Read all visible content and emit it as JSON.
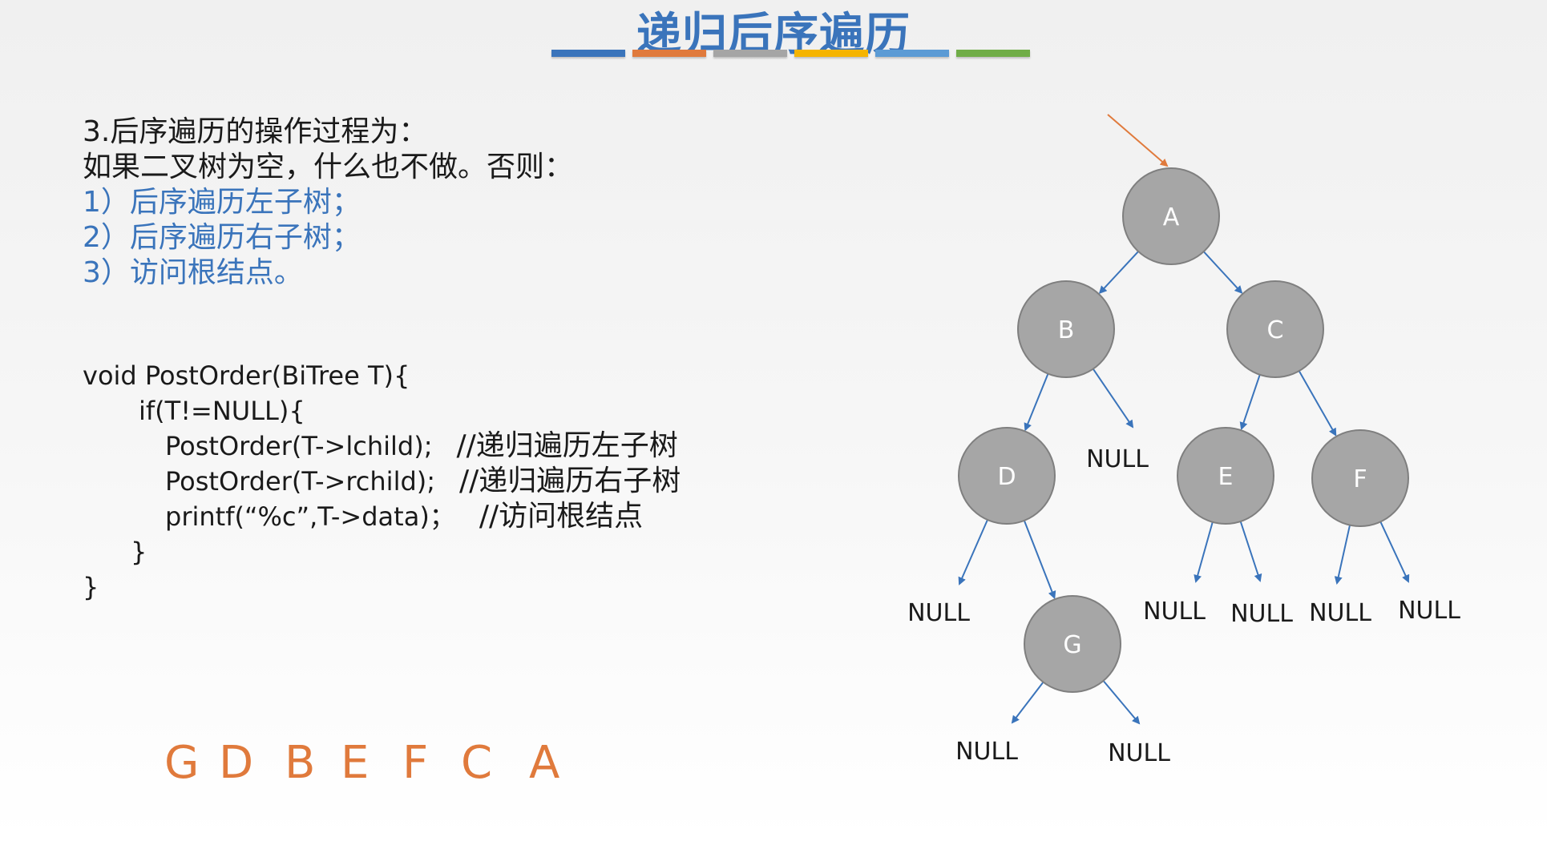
{
  "title": "递归后序遍历",
  "title_bar_colors": [
    "#3a74bb",
    "#e07a3c",
    "#a5a5a5",
    "#f5b400",
    "#5b9bd5",
    "#70ad47"
  ],
  "description": {
    "heading": "3.后序遍历的操作过程为：",
    "condition": "如果二叉树为空，什么也不做。否则：",
    "steps": [
      "1）后序遍历左子树；",
      "2）后序遍历右子树；",
      "3）访问根结点。"
    ]
  },
  "code": {
    "line1": "void PostOrder(BiTree T){",
    "line2": "if(T!=NULL){",
    "line3": "PostOrder(T->lchild);",
    "line3_comment": "//递归遍历左子树",
    "line4": "PostOrder(T->rchild);",
    "line4_comment": "//递归遍历右子树",
    "line5": "printf(“%c”,T->data)；",
    "line5_comment": "//访问根结点",
    "line6": "}",
    "line7": "}"
  },
  "traversal_result": [
    "G",
    "D",
    "B",
    "E",
    "F",
    "C",
    "A"
  ],
  "tree": {
    "node_color": "#a6a6a6",
    "edge_color": "#3a74bb",
    "pointer_color": "#e07a3c",
    "nodes": [
      "A",
      "B",
      "C",
      "D",
      "E",
      "F",
      "G"
    ],
    "null_label": "NULL"
  }
}
